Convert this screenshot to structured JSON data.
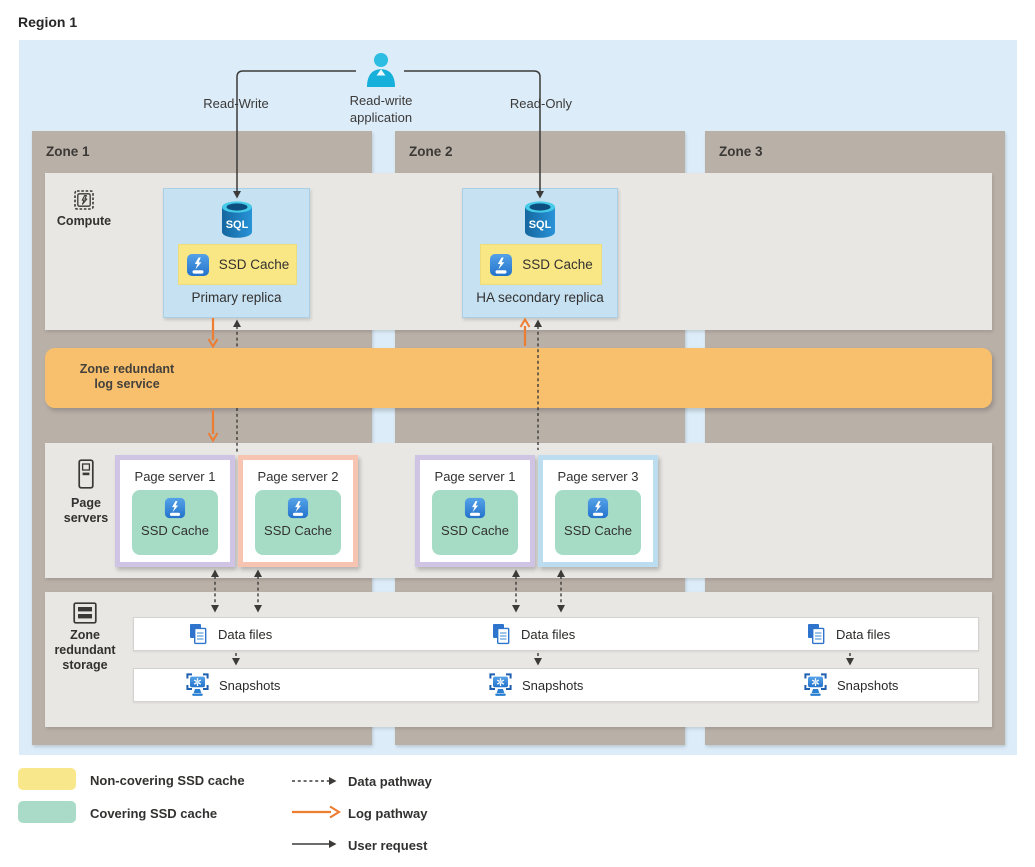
{
  "region": {
    "label": "Region 1"
  },
  "application": {
    "line1": "Read-write",
    "line2": "application",
    "read_write": "Read-Write",
    "read_only": "Read-Only"
  },
  "zones": [
    {
      "label": "Zone 1"
    },
    {
      "label": "Zone 2"
    },
    {
      "label": "Zone 3"
    }
  ],
  "rows": {
    "compute": {
      "label": "Compute"
    },
    "log": {
      "line1": "Zone redundant",
      "line2": "log service"
    },
    "page_servers": {
      "line1": "Page",
      "line2": "servers"
    },
    "storage": {
      "line1": "Zone",
      "line2": "redundant",
      "line3": "storage"
    }
  },
  "replicas": [
    {
      "name": "Primary replica",
      "cache": "SSD Cache",
      "db_icon_text": "SQL"
    },
    {
      "name": "HA secondary replica",
      "cache": "SSD Cache",
      "db_icon_text": "SQL"
    }
  ],
  "page_servers": [
    {
      "name": "Page server 1",
      "cache": "SSD Cache",
      "border_color": "#cfc4e4"
    },
    {
      "name": "Page server 2",
      "cache": "SSD Cache",
      "border_color": "#f7c4b1"
    },
    {
      "name": "Page server 1",
      "cache": "SSD Cache",
      "border_color": "#cfc4e4"
    },
    {
      "name": "Page server 3",
      "cache": "SSD Cache",
      "border_color": "#bcdcf0"
    }
  ],
  "storage_rows": {
    "data_files": "Data files",
    "snapshots": "Snapshots"
  },
  "legend": {
    "non_covering": {
      "label": "Non-covering SSD cache",
      "color": "#f9e78b"
    },
    "covering": {
      "label": "Covering SSD cache",
      "color": "#a9dbc8"
    },
    "data_pathway": {
      "label": "Data pathway"
    },
    "log_pathway": {
      "label": "Log pathway"
    },
    "user_request": {
      "label": "User request"
    }
  },
  "icons": [
    "person-icon",
    "sql-database-icon",
    "ssd-disk-icon",
    "chip-compute-icon",
    "server-tower-icon",
    "storage-stack-icon",
    "data-files-icon",
    "snapshot-icon"
  ],
  "colors": {
    "region_background": "#dcecf8",
    "zone_column": "#b9b0a8",
    "row_band": "#e9e7e3",
    "log_band": "#f8c06c",
    "log_arrow": "#ed7d31",
    "dark_arrow": "#3c3b39",
    "replica_fill": "#c6e1f2",
    "non_covering_cache": "#f9e685",
    "covering_cache": "#a6dcc6",
    "text": "#323130"
  }
}
